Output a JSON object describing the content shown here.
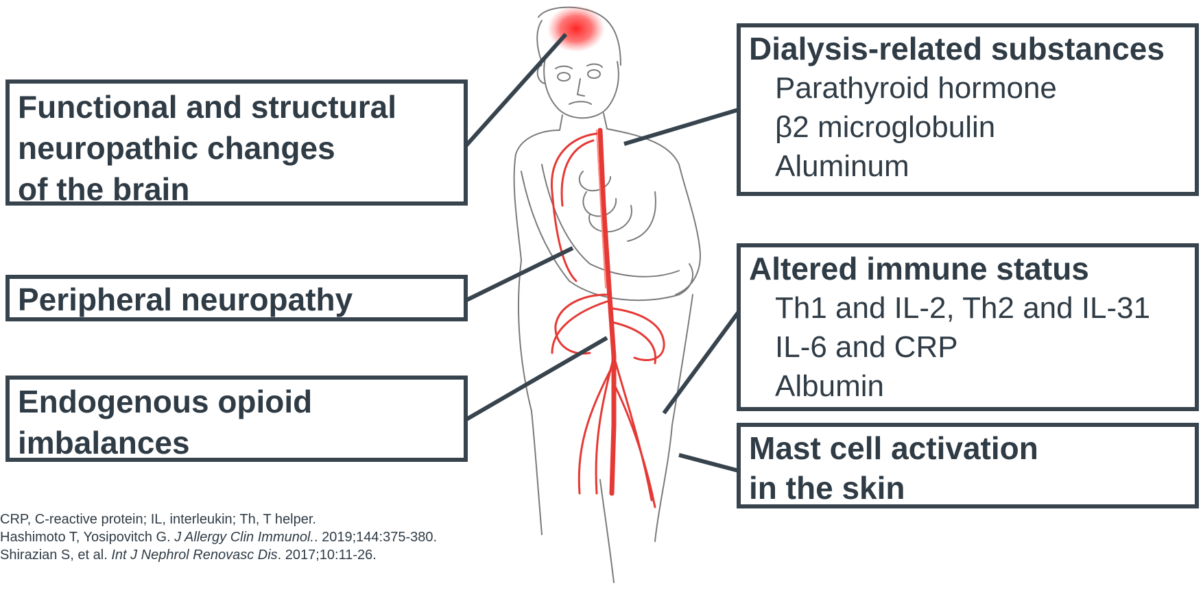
{
  "left_boxes": [
    {
      "title_lines": [
        "Functional and structural",
        "neuropathic changes",
        "of the brain"
      ]
    },
    {
      "title_lines": [
        "Peripheral neuropathy"
      ]
    },
    {
      "title_lines": [
        "Endogenous opioid",
        "imbalances"
      ]
    }
  ],
  "right_boxes": [
    {
      "title": "Dialysis-related substances",
      "items": [
        "Parathyroid hormone",
        "β2 microglobulin",
        "Aluminum"
      ]
    },
    {
      "title": "Altered immune status",
      "items": [
        "Th1 and IL-2, Th2 and IL-31",
        "IL-6 and CRP",
        "Albumin"
      ]
    },
    {
      "title_lines": [
        "Mast cell activation",
        "in the skin"
      ]
    }
  ],
  "footnotes": {
    "abbreviations": "CRP, C-reactive protein; IL, interleukin; Th, T helper.",
    "ref1_authors": "Hashimoto T, Yosipovitch G. ",
    "ref1_journal": "J Allergy Clin Immunol.",
    "ref1_details": ". 2019;144:375-380.",
    "ref2_authors": "Shirazian S, et al. ",
    "ref2_journal": "Int J Nephrol Renovasc Dis",
    "ref2_details": ". 2017;10:11-26."
  },
  "colors": {
    "box_border": "#37434d",
    "text": "#2f3b45",
    "nerve_red": "#e53935",
    "sketch_line": "#7a7a7a"
  }
}
